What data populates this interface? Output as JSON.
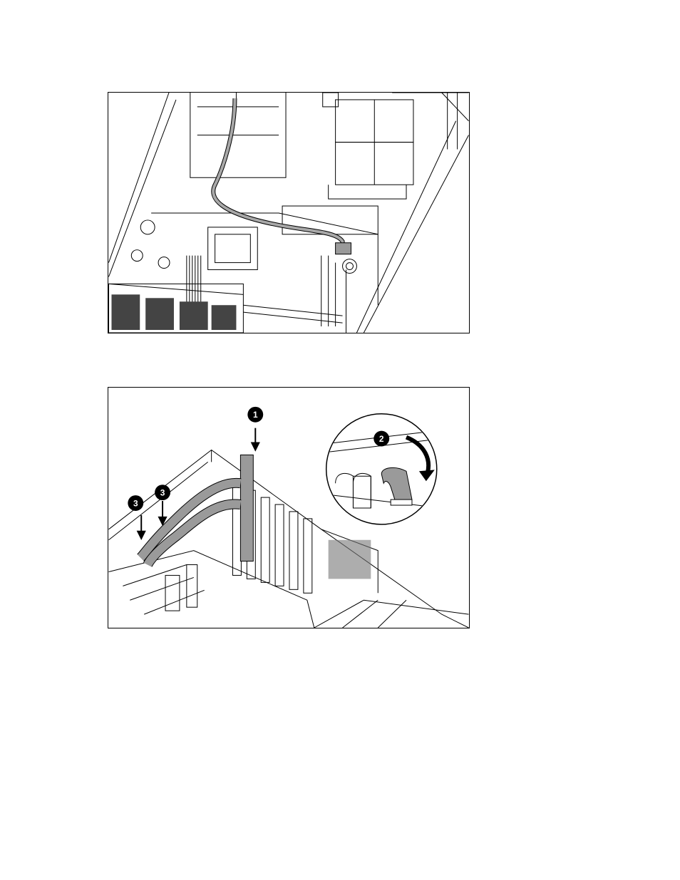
{
  "figures": [
    {
      "id": "fig1",
      "description_callouts": []
    },
    {
      "id": "fig2",
      "callouts": [
        {
          "label": "1"
        },
        {
          "label": "2"
        },
        {
          "label": "3"
        },
        {
          "label": "3"
        }
      ]
    }
  ],
  "colors": {
    "line": "#000000",
    "cable": "#a8a8a8",
    "part_fill": "#9a9a9a",
    "callout": "#000000"
  }
}
